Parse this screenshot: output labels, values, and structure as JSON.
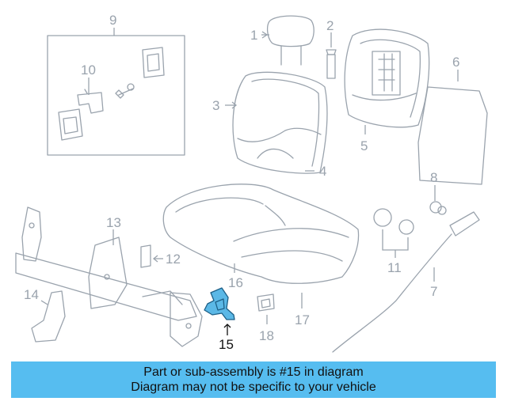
{
  "callouts": {
    "c1": "1",
    "c2": "2",
    "c3": "3",
    "c4": "4",
    "c5": "5",
    "c6": "6",
    "c7": "7",
    "c8": "8",
    "c9": "9",
    "c10": "10",
    "c11": "11",
    "c12": "12",
    "c13": "13",
    "c14": "14",
    "c15": "15",
    "c16": "16",
    "c17": "17",
    "c18": "18"
  },
  "highlighted_part": "15",
  "colors": {
    "banner": "#56bdf0",
    "highlight_fill": "#5bb8e6",
    "line_art": "#9aa3ad"
  },
  "banner": {
    "line1": "Part or sub-assembly is #15 in diagram",
    "line2": "Diagram may not be specific to your vehicle"
  }
}
